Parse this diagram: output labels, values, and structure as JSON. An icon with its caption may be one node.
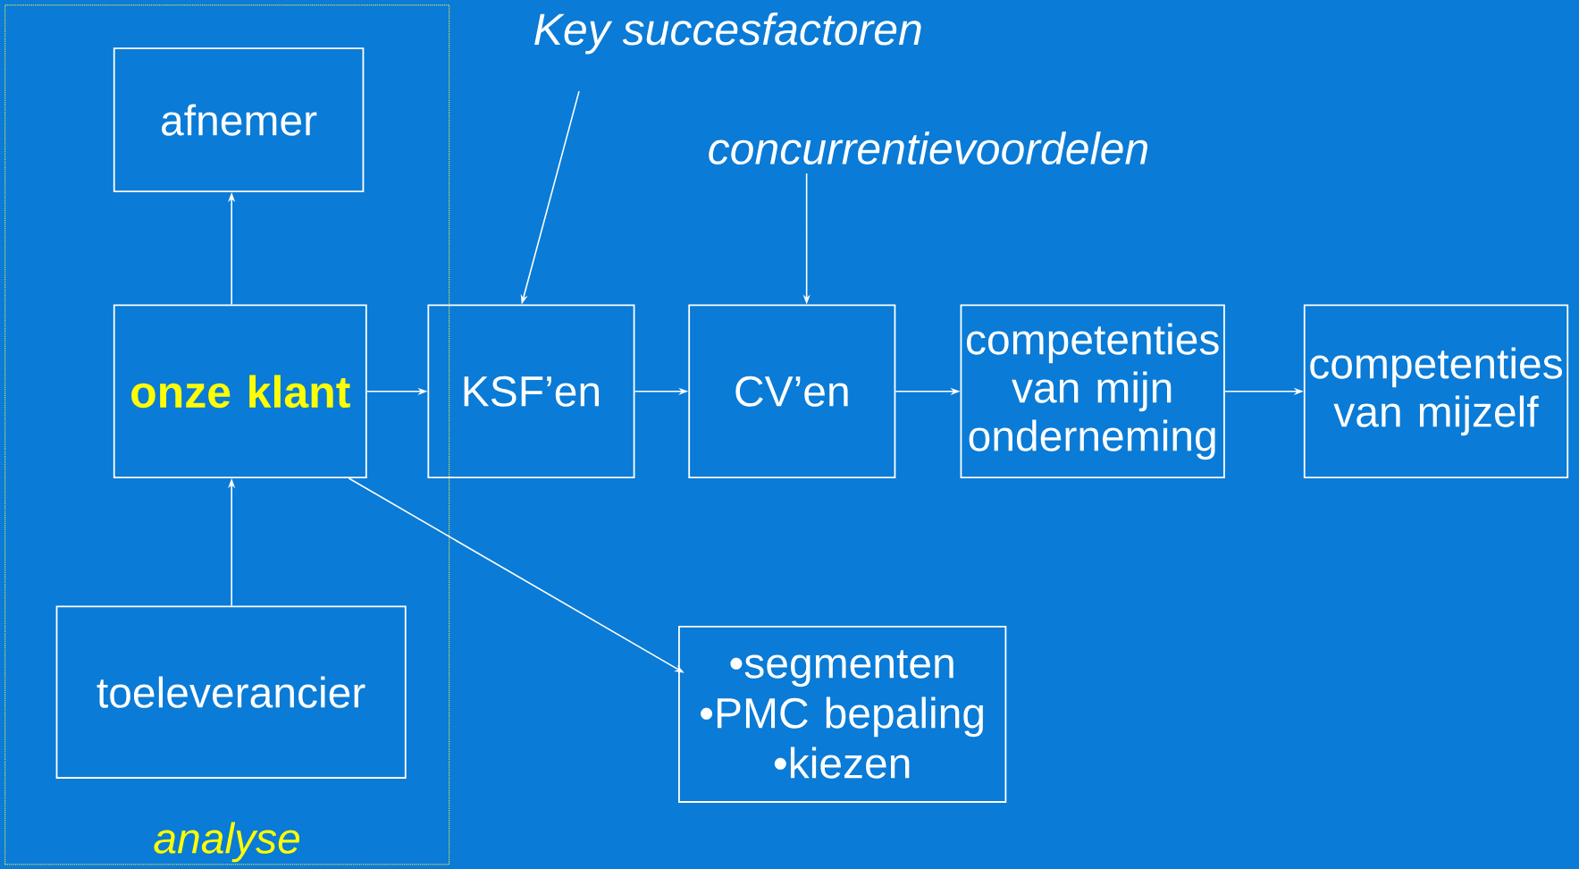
{
  "diagram": {
    "nodes": [
      {
        "text": [
          "analyse"
        ]
      },
      {
        "text": [
          "afnemer"
        ],
        "in": 0
      },
      {
        "text": [
          "onze klant"
        ],
        "in": 0
      },
      {
        "text": [
          "toeleverancier"
        ],
        "in": 0
      },
      {
        "text": [
          "KSF’en"
        ]
      },
      {
        "text": [
          "CV’en"
        ]
      },
      {
        "text": [
          "competenties van mijn onderneming"
        ]
      },
      {
        "text": [
          "competenties van mijzelf"
        ]
      },
      {
        "text": [
          "•segmenten",
          "•PMC bepaling",
          "•kiezen"
        ]
      },
      {
        "text": [
          "Key succesfactoren"
        ]
      },
      {
        "text": [
          "concurrentievoordelen"
        ]
      }
    ],
    "edges": [
      {
        "from": 2,
        "to": 1,
        "arrow": "to"
      },
      {
        "from": 3,
        "to": 2,
        "arrow": "to"
      },
      {
        "from": 2,
        "to": 4,
        "arrow": "to"
      },
      {
        "from": 4,
        "to": 5,
        "arrow": "to"
      },
      {
        "from": 5,
        "to": 6,
        "arrow": "to"
      },
      {
        "from": 6,
        "to": 7,
        "arrow": "to"
      },
      {
        "from": 2,
        "to": 8,
        "arrow": "to"
      },
      {
        "from": 9,
        "to": 4,
        "arrow": "to"
      },
      {
        "from": 10,
        "to": 5,
        "arrow": "to"
      }
    ]
  }
}
